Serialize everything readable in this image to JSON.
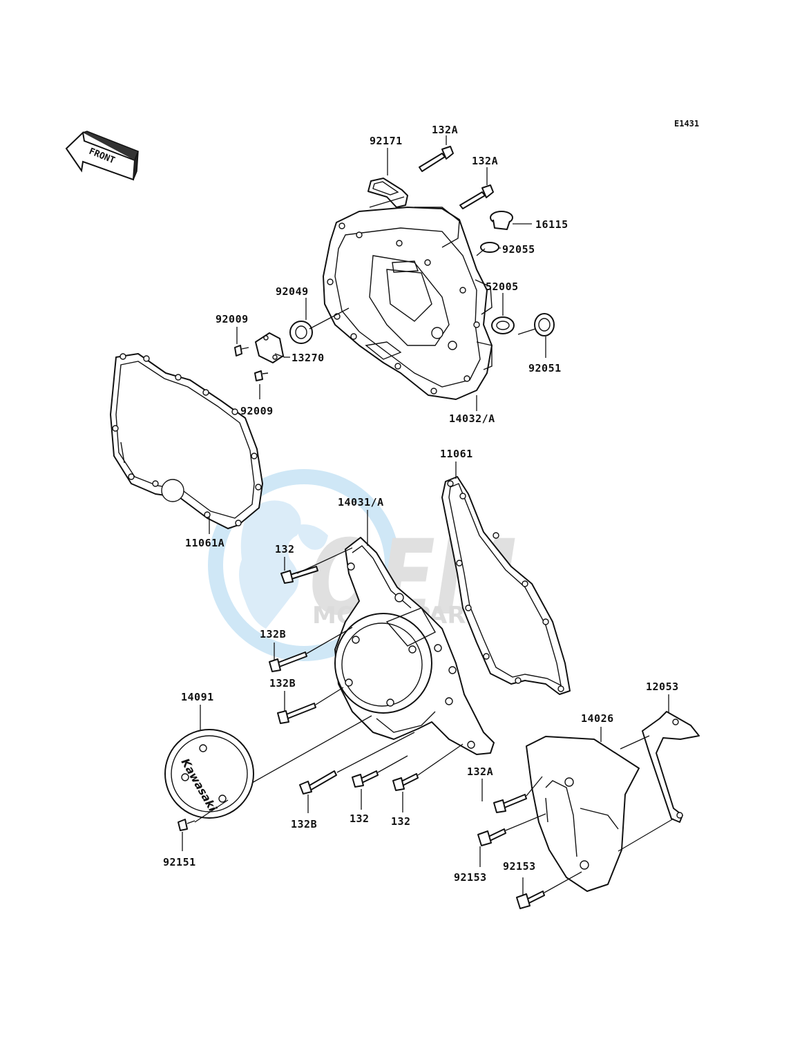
{
  "diagram_code": "E1431",
  "front_label": "FRONT",
  "watermark": {
    "brand": "OEM",
    "subtitle": "MOTORPARTS",
    "color_blue": "#4aa3df",
    "color_gray": "#9a9a9a"
  },
  "cover_badge_text": "Kawasaki",
  "parts": [
    {
      "id": "p92171",
      "label": "92171"
    },
    {
      "id": "p132A_1",
      "label": "132A"
    },
    {
      "id": "p132A_2",
      "label": "132A"
    },
    {
      "id": "p16115",
      "label": "16115"
    },
    {
      "id": "p92055",
      "label": "92055"
    },
    {
      "id": "p52005",
      "label": "52005"
    },
    {
      "id": "p92049",
      "label": "92049"
    },
    {
      "id": "p92009_1",
      "label": "92009"
    },
    {
      "id": "p13270",
      "label": "13270"
    },
    {
      "id": "p92009_2",
      "label": "92009"
    },
    {
      "id": "p92051",
      "label": "92051"
    },
    {
      "id": "p14032A",
      "label": "14032/A"
    },
    {
      "id": "p11061",
      "label": "11061"
    },
    {
      "id": "p14031A",
      "label": "14031/A"
    },
    {
      "id": "p11061A",
      "label": "11061A"
    },
    {
      "id": "p132_1",
      "label": "132"
    },
    {
      "id": "p132B_1",
      "label": "132B"
    },
    {
      "id": "p132B_2",
      "label": "132B"
    },
    {
      "id": "p14091",
      "label": "14091"
    },
    {
      "id": "p12053",
      "label": "12053"
    },
    {
      "id": "p14026",
      "label": "14026"
    },
    {
      "id": "p132A_3",
      "label": "132A"
    },
    {
      "id": "p132B_3",
      "label": "132B"
    },
    {
      "id": "p132_2",
      "label": "132"
    },
    {
      "id": "p132_3",
      "label": "132"
    },
    {
      "id": "p92151",
      "label": "92151"
    },
    {
      "id": "p92153_1",
      "label": "92153"
    },
    {
      "id": "p92153_2",
      "label": "92153"
    }
  ]
}
